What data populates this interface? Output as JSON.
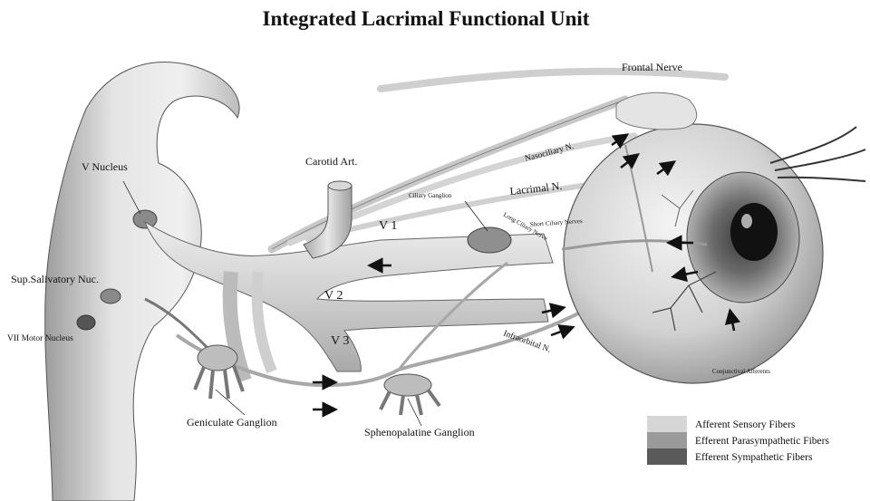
{
  "title": "Integrated Lacrimal Functional Unit",
  "labels": {
    "frontal_nerve": "Frontal Nerve",
    "nasociliary": "Nasociliary N.",
    "lacrimal": "Lacrimal N.",
    "ciliary_ganglion": "Ciliary Ganglion",
    "short_ciliary": "Short Ciliary Nerves",
    "long_ciliary": "Long Ciliary Nerve",
    "carotid": "Carotid Art.",
    "v_nucleus": "V Nucleus",
    "sup_salivatory": "Sup.Salivatory Nuc.",
    "vii_motor": "VII Motor Nucleus",
    "v1": "V 1",
    "v2": "V 2",
    "v3": "V 3",
    "infraorbital": "Infraorbital N.",
    "geniculate": "Geniculate Ganglion",
    "sphenopalatine": "Sphenopalatine Ganglion",
    "conjunctival": "Conjunctival Afferents"
  },
  "legend": [
    {
      "label": "Afferent Sensory Fibers",
      "color": "#d6d6d6"
    },
    {
      "label": "Efferent Parasympathetic Fibers",
      "color": "#9a9a9a"
    },
    {
      "label": "Efferent Sympathetic Fibers",
      "color": "#5a5a5a"
    }
  ]
}
